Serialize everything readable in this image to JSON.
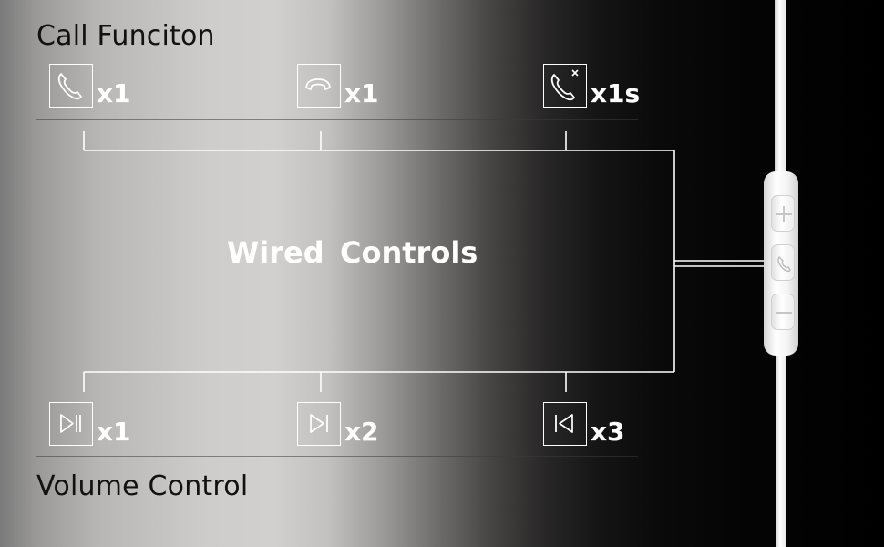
{
  "call_function": {
    "title": "Call Funciton",
    "items": [
      {
        "icon": "phone-answer-icon",
        "count": "x1"
      },
      {
        "icon": "phone-hangup-icon",
        "count": "x1"
      },
      {
        "icon": "phone-decline-icon",
        "count": "x1s"
      }
    ]
  },
  "center": {
    "word1": "Wired",
    "word2": "Controls"
  },
  "volume_control": {
    "title": "Volume Control",
    "items": [
      {
        "icon": "play-pause-icon",
        "count": "x1"
      },
      {
        "icon": "next-track-icon",
        "count": "x2"
      },
      {
        "icon": "previous-track-icon",
        "count": "x3"
      }
    ]
  },
  "remote": {
    "buttons": [
      "volume-up-icon",
      "call-icon",
      "volume-down-icon"
    ]
  },
  "colors": {
    "text_dark": "#111111",
    "text_light": "#ffffff",
    "line": "#ffffff",
    "cable": "#ffffff"
  }
}
